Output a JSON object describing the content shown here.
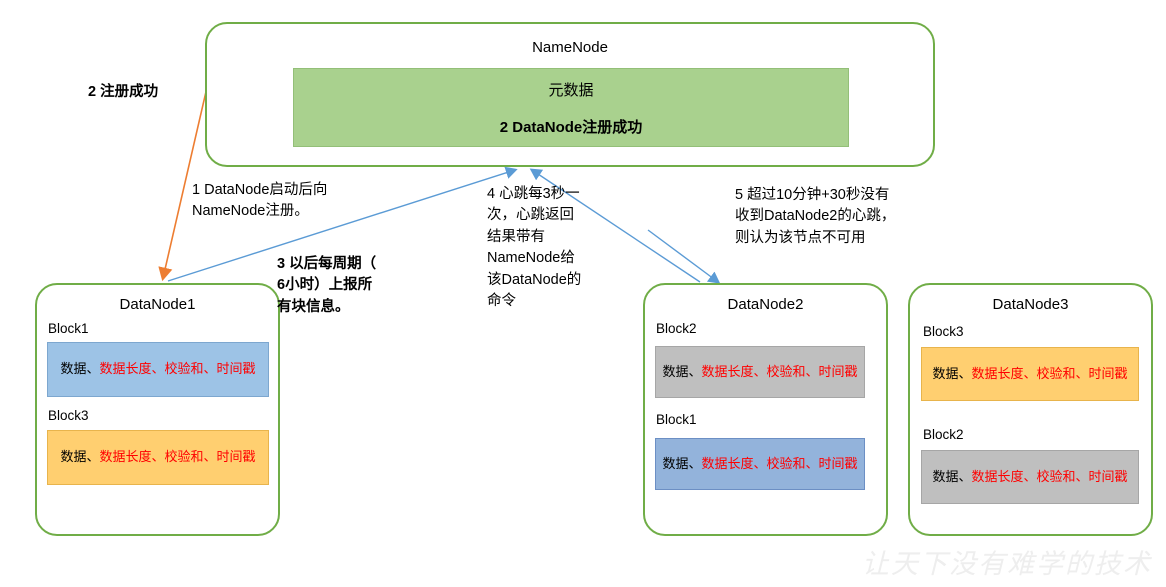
{
  "diagram": {
    "title_watermark": "让天下没有难学的技术",
    "colors": {
      "node_border_green": "#70ad47",
      "metadata_fill_green": "#a9d18e",
      "arrow_orange": "#ed7d31",
      "arrow_blue": "#5b9bd5",
      "block_blue": "#9dc3e6",
      "block_blue_dark": "#93b3db",
      "block_orange": "#ffcf70",
      "block_gray": "#bfbfbf",
      "field_red": "#ff0000"
    }
  },
  "namenode": {
    "title": "NameNode",
    "metadata": {
      "line1": "元数据",
      "line2": "2 DataNode注册成功"
    }
  },
  "datanodes": [
    {
      "title": "DataNode1",
      "blocks": [
        {
          "label": "Block1",
          "style": "chip-blue",
          "black_part": "数据、",
          "red_part": "数据长度、校验和、时间戳"
        },
        {
          "label": "Block3",
          "style": "chip-orange",
          "black_part": "数据、",
          "red_part": "数据长度、校验和、时间戳"
        }
      ]
    },
    {
      "title": "DataNode2",
      "blocks": [
        {
          "label": "Block2",
          "style": "chip-gray",
          "black_part": "数据、",
          "red_part": "数据长度、校验和、时间戳"
        },
        {
          "label": "Block1",
          "style": "chip-blue2",
          "black_part": "数据、",
          "red_part": "数据长度、校验和、时间戳"
        }
      ]
    },
    {
      "title": "DataNode3",
      "blocks": [
        {
          "label": "Block3",
          "style": "chip-orange",
          "black_part": "数据、",
          "red_part": "数据长度、校验和、时间戳"
        },
        {
          "label": "Block2",
          "style": "chip-gray",
          "black_part": "数据、",
          "red_part": "数据长度、校验和、时间戳"
        }
      ]
    }
  ],
  "annotations": {
    "step2": "2 注册成功",
    "step1": "1 DataNode启动后向\nNameNode注册。",
    "step3": "3 以后每周期（\n6小时）上报所\n有块信息。",
    "step4": "4 心跳每3秒一\n次，心跳返回\n结果带有\nNameNode给\n该DataNode的\n命令",
    "step5": "5 超过10分钟+30秒没有\n收到DataNode2的心跳，\n则认为该节点不可用"
  },
  "arrows": [
    {
      "name": "namenode-to-datanode1-register-ack",
      "color": "#ed7d31",
      "from": "NameNode",
      "to": "DataNode1"
    },
    {
      "name": "datanode1-to-namenode-blockreport",
      "color": "#5b9bd5",
      "from": "DataNode1",
      "to": "NameNode"
    },
    {
      "name": "datanode2-to-namenode-heartbeat",
      "color": "#5b9bd5",
      "from": "DataNode2",
      "to": "NameNode"
    },
    {
      "name": "timeout-note-to-datanode2",
      "color": "#5b9bd5",
      "from": "step5-note",
      "to": "DataNode2"
    }
  ]
}
